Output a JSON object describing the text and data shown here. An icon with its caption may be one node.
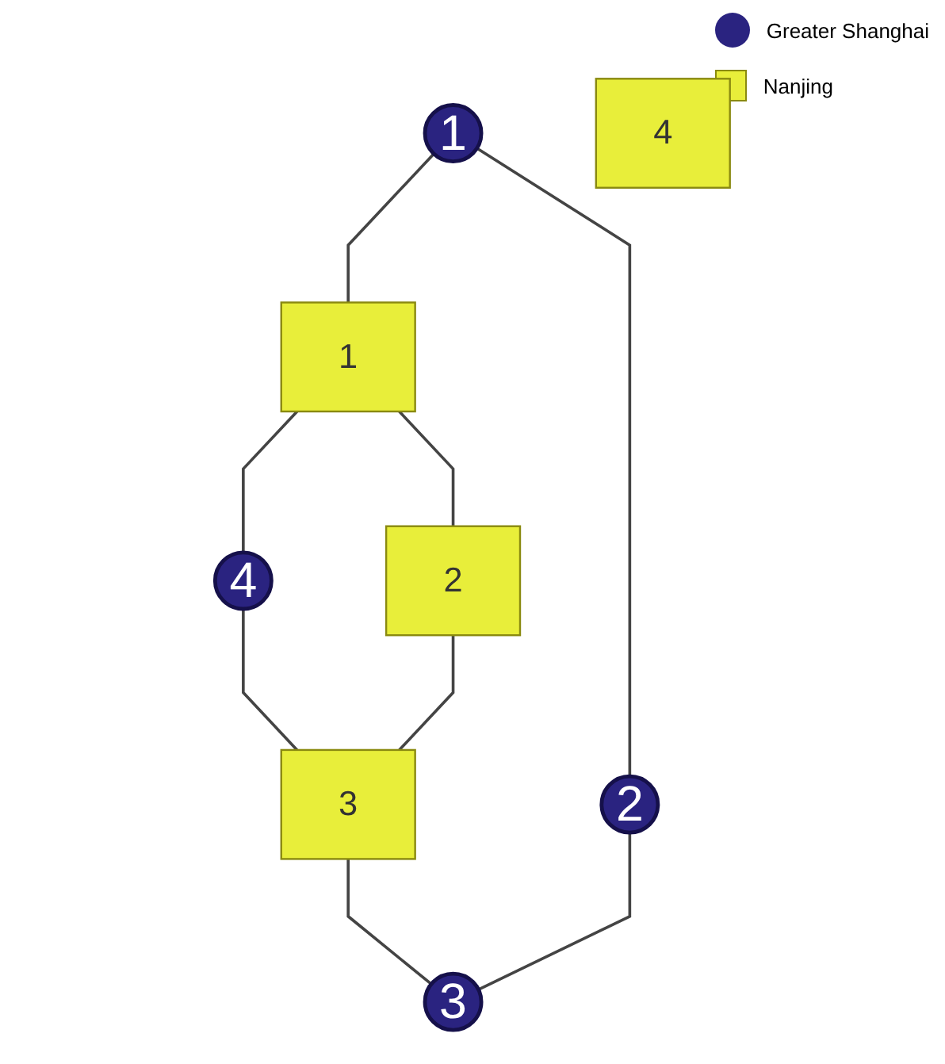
{
  "diagram": {
    "nodes": [
      {
        "text": [
          "1"
        ]
      },
      {
        "text": [
          "1"
        ]
      },
      {
        "text": [
          "4"
        ]
      },
      {
        "text": [
          "4"
        ]
      },
      {
        "text": [
          "2"
        ]
      },
      {
        "text": [
          "2"
        ]
      },
      {
        "text": [
          "3"
        ]
      },
      {
        "text": [
          "3"
        ]
      }
    ],
    "edges": [
      {
        "from": 0,
        "to": 1,
        "arrow": "none"
      },
      {
        "from": 0,
        "to": 5,
        "arrow": "none"
      },
      {
        "from": 1,
        "to": 2,
        "arrow": "none"
      },
      {
        "from": 1,
        "to": 4,
        "arrow": "none"
      },
      {
        "from": 2,
        "to": 6,
        "arrow": "none"
      },
      {
        "from": 4,
        "to": 6,
        "arrow": "none"
      },
      {
        "from": 6,
        "to": 7,
        "arrow": "none"
      },
      {
        "from": 5,
        "to": 7,
        "arrow": "none"
      }
    ],
    "legend": [
      {
        "text": "Greater Shanghai"
      },
      {
        "text": "Nanjing"
      }
    ]
  }
}
